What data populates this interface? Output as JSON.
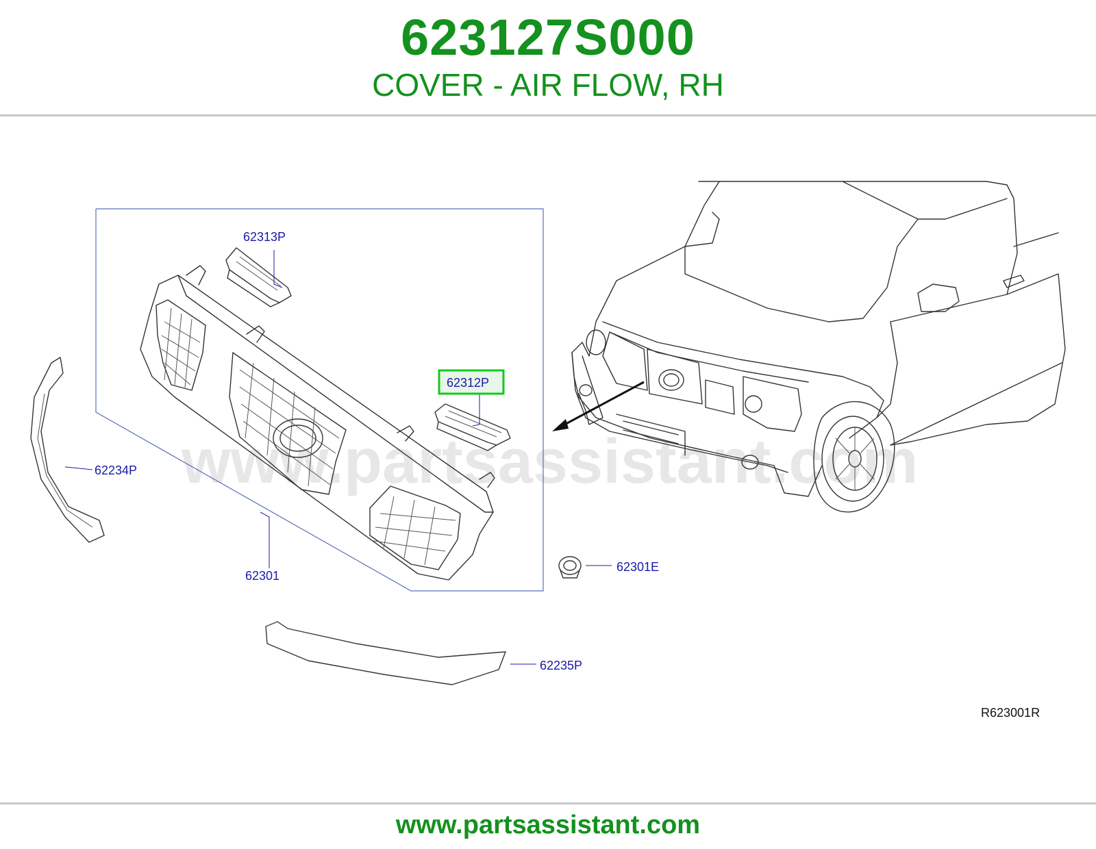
{
  "header": {
    "part_number": "623127S000",
    "description": "COVER - AIR FLOW, RH"
  },
  "diagram": {
    "watermark": "www.partsassistant.com",
    "reference_code": "R623001R",
    "highlighted_part": "62312P",
    "highlight_color": "#14c81e",
    "callout_color": "#1a1aa8",
    "callouts": {
      "c62313P": "62313P",
      "c62312P": "62312P",
      "c62234P": "62234P",
      "c62301": "62301",
      "c62301E": "62301E",
      "c62235P": "62235P"
    }
  },
  "footer": {
    "url": "www.partsassistant.com"
  },
  "colors": {
    "brand_green": "#14911e",
    "rule_gray": "#c8c8c8"
  }
}
